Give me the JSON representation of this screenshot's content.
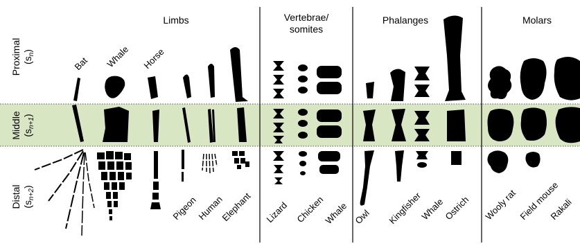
{
  "sections": {
    "limbs": "Limbs",
    "vertebrae": "Vertebrae/ somites",
    "vertebrae_line1": "Vertebrae/",
    "vertebrae_line2": "somites",
    "phalanges": "Phalanges",
    "molars": "Molars"
  },
  "rows": {
    "proximal": {
      "label": "Proximal",
      "symbol": "(s",
      "sub": "n",
      "close": ")"
    },
    "middle": {
      "label": "Middle",
      "symbol": "(s",
      "sub": "n+1",
      "close": ")"
    },
    "distal": {
      "label": "Distal",
      "symbol": "(s",
      "sub": "n+2",
      "close": ")"
    }
  },
  "species_top": [
    "Bat",
    "Whale",
    "Horse"
  ],
  "species_bottom": {
    "limbs": [
      "Pigeon",
      "Human",
      "Elephant"
    ],
    "vertebrae": [
      "Lizard",
      "Chicken",
      "Whale"
    ],
    "phalanges": [
      "Owl",
      "Kingfisher",
      "Whale",
      "Ostrich"
    ],
    "molars": [
      "Wooly rat",
      "Field mouse",
      "Rakali"
    ]
  },
  "colors": {
    "middle_band": "#d9e6c4",
    "ink": "#000000"
  }
}
